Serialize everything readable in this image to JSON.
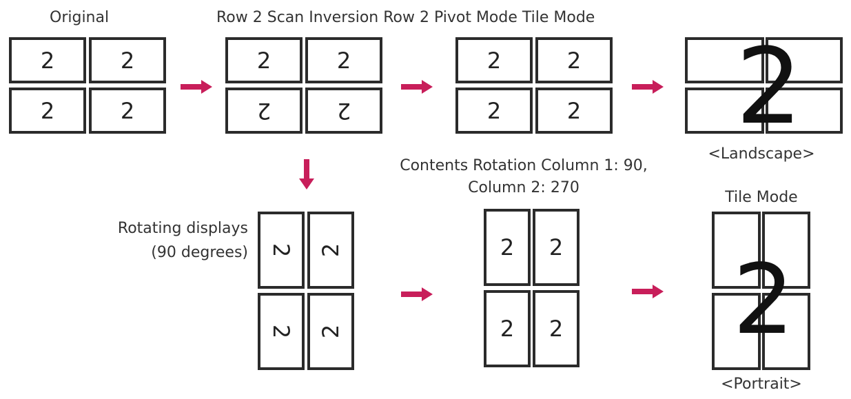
{
  "labels": {
    "original": "Original",
    "steps": "Row 2 Scan Inversion Row 2 Pivot Mode Tile Mode",
    "rotation_line1": "Contents Rotation Column 1: 90,",
    "rotation_line2": "Column 2: 270",
    "rotating_line1": "Rotating displays",
    "rotating_line2": "(90 degrees)",
    "tile_mode": "Tile Mode",
    "landscape": "<Landscape>",
    "portrait": "<Portrait>"
  },
  "cell_digit": "2",
  "big_digit": "2",
  "colors": {
    "arrow": "#c81e5a",
    "border": "#2b2b2b",
    "text": "#222222"
  },
  "icons": {
    "arrow_right": "arrow-right-icon",
    "arrow_down": "arrow-down-icon"
  }
}
